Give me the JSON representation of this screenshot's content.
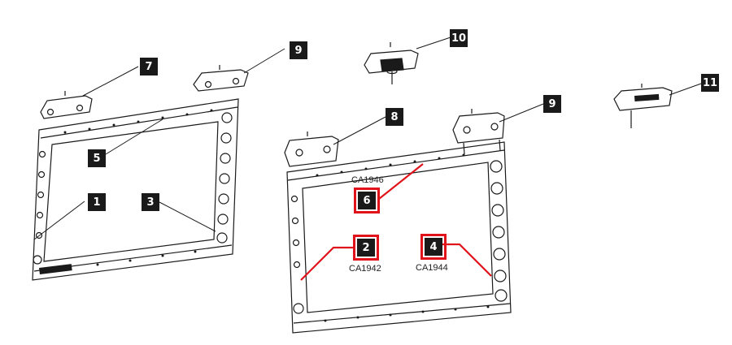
{
  "colors": {
    "ink": "#1a1a1a",
    "highlight": "#e0131a",
    "background": "#ffffff"
  },
  "callouts": [
    {
      "id": "c1",
      "label": "1",
      "highlighted": false
    },
    {
      "id": "c2",
      "label": "2",
      "highlighted": true
    },
    {
      "id": "c3",
      "label": "3",
      "highlighted": false
    },
    {
      "id": "c4",
      "label": "4",
      "highlighted": true
    },
    {
      "id": "c5",
      "label": "5",
      "highlighted": false
    },
    {
      "id": "c6",
      "label": "6",
      "highlighted": true
    },
    {
      "id": "c7",
      "label": "7",
      "highlighted": false
    },
    {
      "id": "c8",
      "label": "8",
      "highlighted": false
    },
    {
      "id": "c9a",
      "label": "9",
      "highlighted": false
    },
    {
      "id": "c9b",
      "label": "9",
      "highlighted": false
    },
    {
      "id": "c10",
      "label": "10",
      "highlighted": false
    },
    {
      "id": "c11",
      "label": "11",
      "highlighted": false
    }
  ],
  "part_numbers": {
    "p6": "CA1946",
    "p2": "CA1942",
    "p4": "CA1944"
  }
}
